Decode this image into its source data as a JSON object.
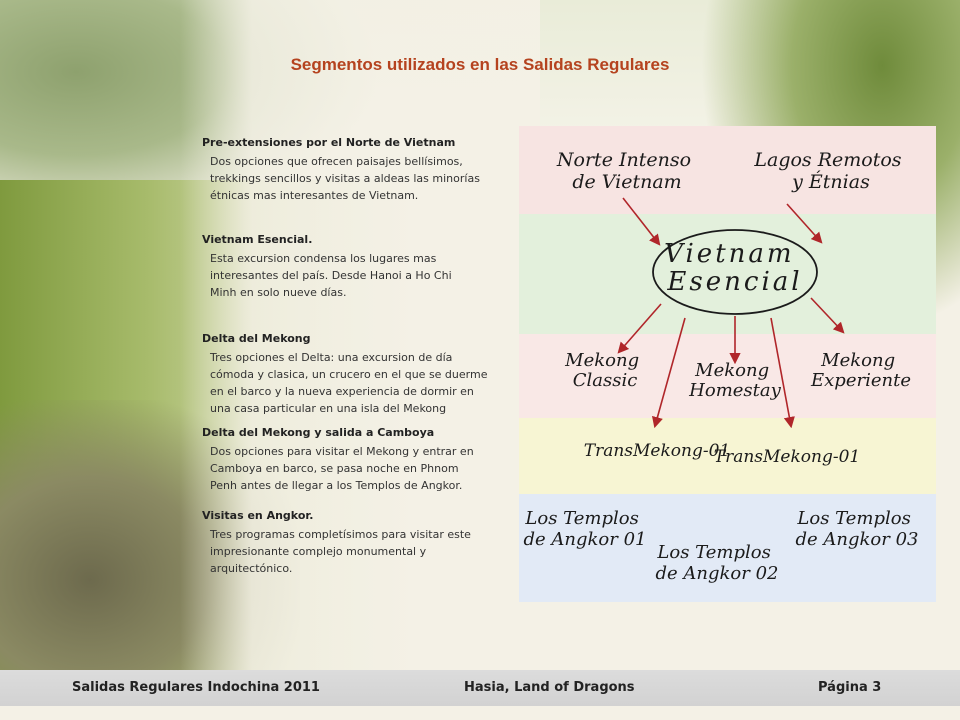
{
  "title": "Segmentos utilizados en las Salidas Regulares",
  "sections": [
    {
      "heading": "Pre-extensiones por el Norte de Vietnam",
      "lines": [
        "Dos opciones que ofrecen paisajes bellísimos,",
        "trekkings sencillos y visitas a aldeas las minorías",
        "étnicas mas interesantes de Vietnam."
      ]
    },
    {
      "heading": "Vietnam Esencial.",
      "lines": [
        "Esta excursion condensa los lugares mas",
        "interesantes del país. Desde Hanoi a Ho Chi",
        "Minh en solo nueve días."
      ]
    },
    {
      "heading": "Delta del Mekong",
      "lines": [
        "Tres opciones el Delta: una excursion de día",
        "cómoda y clasica, un crucero en el que se duerme",
        "en el barco y la nueva experiencia de dormir en",
        "una  casa particular en una isla del Mekong"
      ]
    },
    {
      "heading": "Delta del Mekong y salida a Camboya",
      "lines": [
        "Dos opciones para visitar el Mekong y entrar en",
        "Camboya en barco, se pasa noche en Phnom",
        "Penh antes de llegar a los Templos de Angkor."
      ]
    },
    {
      "heading": "Visitas en Angkor.",
      "lines": [
        "Tres programas completísimos para visitar este",
        "impresionante complejo monumental y",
        "arquitectónico."
      ]
    }
  ],
  "diagram": {
    "north_1": [
      "Norte Intenso",
      "de Vietnam"
    ],
    "north_2": [
      "Lagos Remotos",
      "y Étnias"
    ],
    "center": [
      "Vietnam",
      "Esencial"
    ],
    "mekong_1": [
      "Mekong",
      "Classic"
    ],
    "mekong_2": [
      "Mekong",
      "Homestay"
    ],
    "mekong_3": [
      "Mekong",
      "Experiente"
    ],
    "trans_1": "TransMekong-01",
    "trans_2": "TransMekong-01",
    "temple_1": [
      "Los Templos",
      "de Angkor 01"
    ],
    "temple_2": [
      "Los Templos",
      "de Angkor 02"
    ],
    "temple_3": [
      "Los Templos",
      "de Angkor 03"
    ],
    "colors": {
      "band_pink": "#f7e4e2",
      "band_green": "#e3f0dc",
      "band_pink2": "#f9e8e6",
      "band_yellow": "#f7f5d3",
      "band_blue": "#e2eaf6",
      "arrow": "#b0262a"
    }
  },
  "footer": {
    "left": "Salidas Regulares Indochina 2011",
    "center": "Hasia, Land of Dragons",
    "right": "Página 3"
  }
}
